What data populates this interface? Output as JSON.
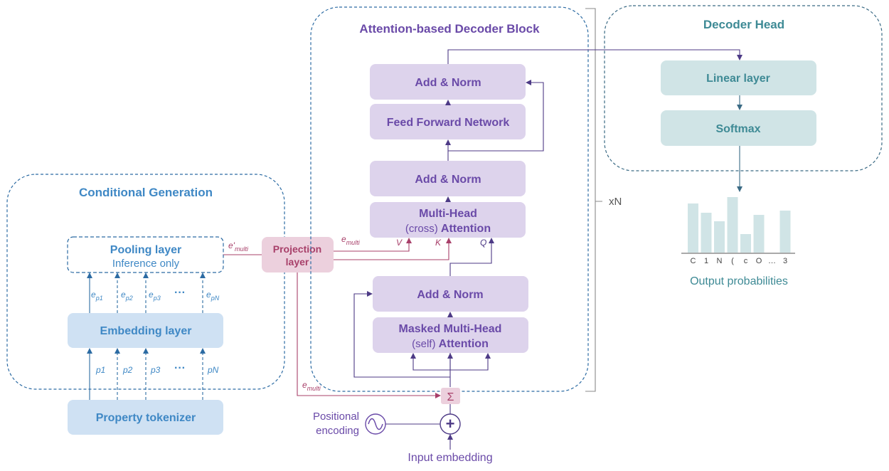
{
  "colors": {
    "blue_text": "#3f88c5",
    "blue_box": "#cfe1f3",
    "blue_line": "#2c6ba3",
    "purple_text": "#6a4aa8",
    "purple_box": "#ddd3ec",
    "purple_line": "#4d3a86",
    "pink_text": "#a8406a",
    "pink_box": "#ecd0dd",
    "teal_text": "#3e8a95",
    "teal_box": "#d0e4e6",
    "teal_line": "#3a6a84"
  },
  "conditional": {
    "title": "Conditional Generation",
    "pooling": {
      "label": "Pooling layer",
      "sub": "Inference only"
    },
    "embedding": {
      "label": "Embedding layer"
    },
    "tokenizer": {
      "label": "Property tokenizer"
    },
    "emb_labels": [
      {
        "base": "e",
        "sub": "p1"
      },
      {
        "base": "e",
        "sub": "p2"
      },
      {
        "base": "e",
        "sub": "p3"
      },
      {
        "base": "e",
        "sub": "pN"
      }
    ],
    "prop_labels": [
      "p1",
      "p2",
      "p3",
      "pN"
    ],
    "ellipsis": "···"
  },
  "projection": {
    "line1": "Projection",
    "line2": "layer"
  },
  "edge_labels": {
    "e_prime_multi": {
      "base": "e'",
      "sub": "multi"
    },
    "e_multi": {
      "base": "e",
      "sub": "multi"
    },
    "e_multi_bottom": {
      "base": "e",
      "sub": "multi"
    },
    "v": "V",
    "k": "K",
    "q": "Q"
  },
  "decoder_block": {
    "title": "Attention-based Decoder Block",
    "add_norm_top": "Add & Norm",
    "ffn": "Feed Forward Network",
    "add_norm_mid": "Add & Norm",
    "cross_attention": {
      "line1": "Multi-Head",
      "line2_plain": "(cross) ",
      "line2_bold": "Attention"
    },
    "add_norm_low": "Add & Norm",
    "masked_attention": {
      "line1": "Masked Multi-Head",
      "line2_plain": "(self) ",
      "line2_bold": "Attention"
    },
    "repeat": "xN"
  },
  "decoder_head": {
    "title": "Decoder Head",
    "linear": "Linear layer",
    "softmax": "Softmax"
  },
  "output": {
    "caption": "Output probabilities",
    "tokens": [
      "C",
      "1",
      "N",
      "(",
      "c",
      "O",
      "…",
      "3"
    ],
    "probabilities": [
      0.69,
      0.56,
      0.44,
      0.78,
      0.26,
      0.53,
      0,
      0.59
    ]
  },
  "input": {
    "sum_symbol": "Σ",
    "plus_symbol": "+",
    "positional": {
      "line1": "Positional",
      "line2": "encoding"
    },
    "input_embedding": "Input embedding"
  }
}
